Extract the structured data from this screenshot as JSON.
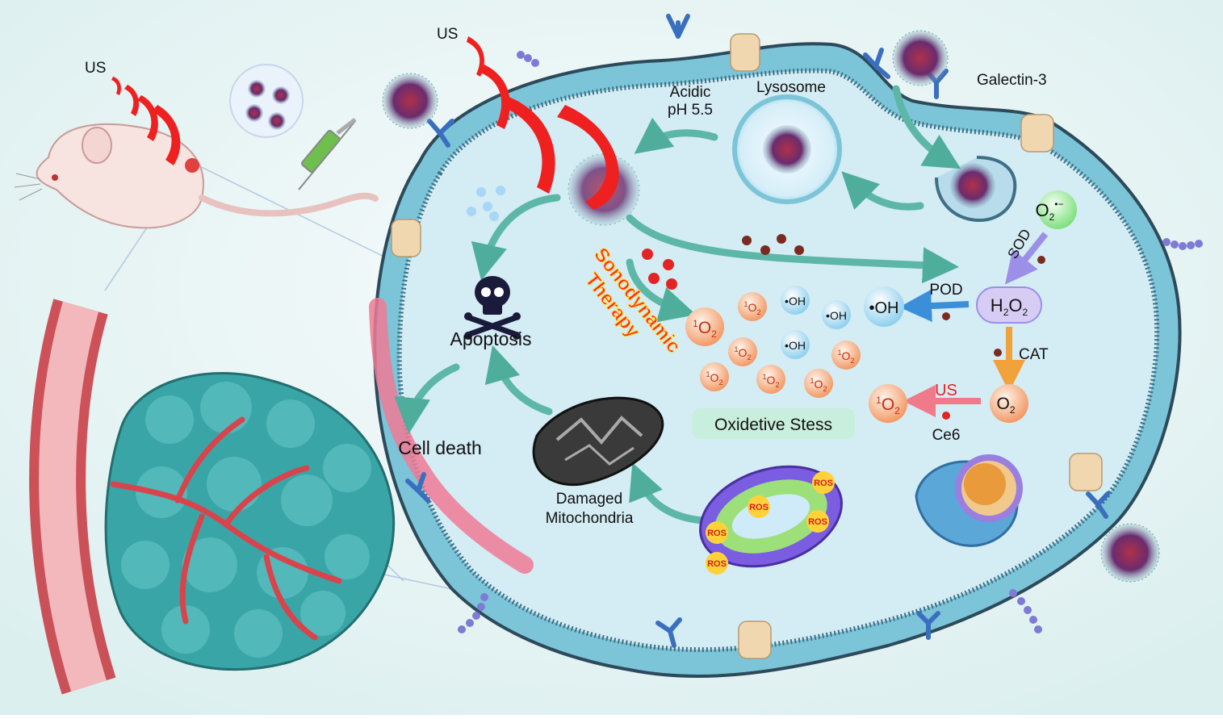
{
  "labels": {
    "us_mouse": "US",
    "us_cell": "US",
    "acidic_line1": "Acidic",
    "acidic_line2": "pH 5.5",
    "lysosome": "Lysosome",
    "galectin": "Galectin-3",
    "apoptosis": "Apoptosis",
    "cell_death": "Cell death",
    "damaged_line1": "Damaged",
    "damaged_line2": "Mitochondria",
    "sono_line1": "Sonodynamic",
    "sono_line2": "Therapy",
    "oxidative": "Oxidetive Stess",
    "pod": "POD",
    "sod": "SOD",
    "cat": "CAT",
    "us_red": "US",
    "ce6": "Ce6",
    "o2_radical": "O",
    "h2o2": "H",
    "o2": "O",
    "oh": "•OH",
    "singlet": "O",
    "ros": "ROS"
  },
  "colors": {
    "background": "#eaf6f6",
    "cytoplasm": "#cfeaf2",
    "membrane": "#5fb7cf",
    "membrane_dark": "#2b3a4a",
    "arrow_teal": "#5db7a6",
    "ultrasound_red": "#ef2020",
    "singlet_orange": "#f7b48c",
    "oh_blue": "#bfe6f7",
    "h2o2_purple": "#cfc2f2",
    "tumor_teal": "#3aa5a6",
    "vessel_red": "#d9434b",
    "oxidative_box": "#c8eedd"
  },
  "icons": [
    "skull-crossbones-icon",
    "mouse-icon",
    "syringe-icon",
    "nanoparticle-icon",
    "mitochondria-icon",
    "nucleus-icon"
  ]
}
